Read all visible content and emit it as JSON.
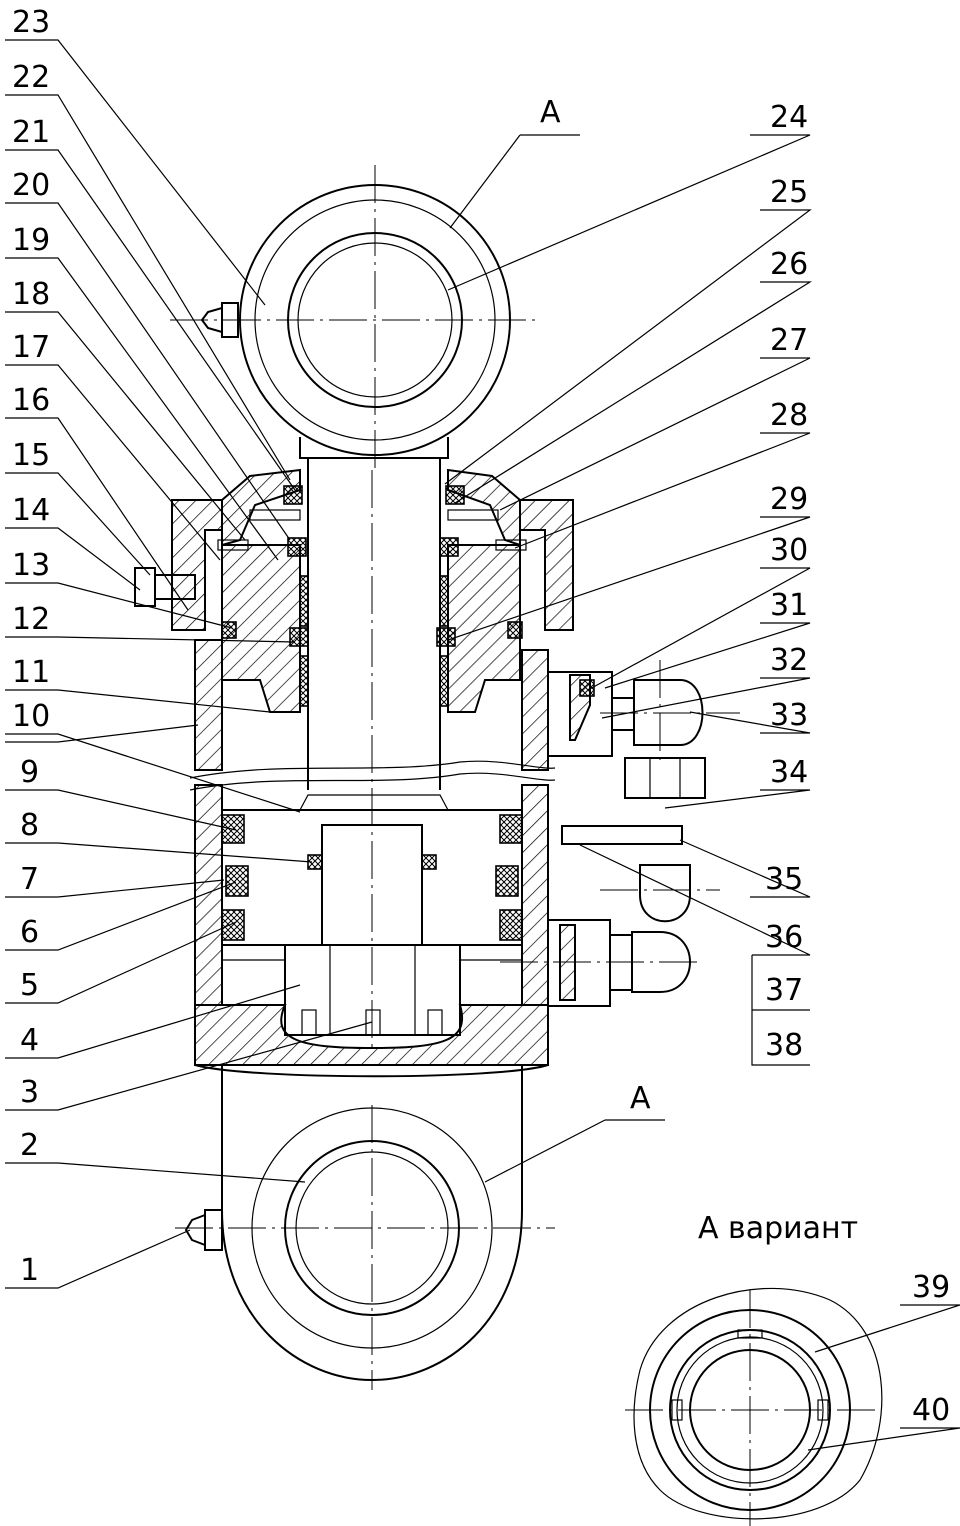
{
  "view_title": "А",
  "view_label_bottom": "А",
  "variant_caption": "А вариант",
  "callouts": {
    "n1": "1",
    "n2": "2",
    "n3": "3",
    "n4": "4",
    "n5": "5",
    "n6": "6",
    "n7": "7",
    "n8": "8",
    "n9": "9",
    "n10": "10",
    "n11": "11",
    "n12": "12",
    "n13": "13",
    "n14": "14",
    "n15": "15",
    "n16": "16",
    "n17": "17",
    "n18": "18",
    "n19": "19",
    "n20": "20",
    "n21": "21",
    "n22": "22",
    "n23": "23",
    "n24": "24",
    "n25": "25",
    "n26": "26",
    "n27": "27",
    "n28": "28",
    "n29": "29",
    "n30": "30",
    "n31": "31",
    "n32": "32",
    "n33": "33",
    "n34": "34",
    "n35": "35",
    "n36": "36",
    "n37": "37",
    "n38": "38",
    "n39": "39",
    "n40": "40"
  }
}
